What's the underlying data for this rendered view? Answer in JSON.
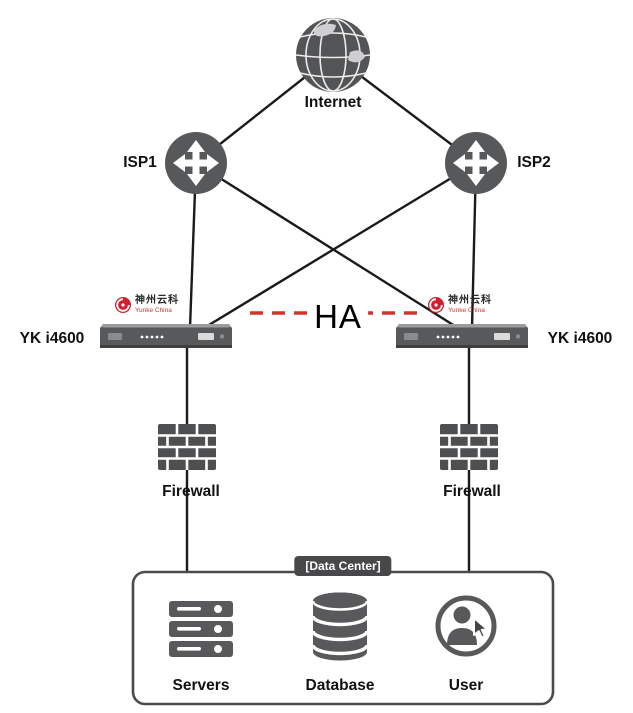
{
  "colors": {
    "line": "#1a1a1a",
    "icon_gray": "#58595b",
    "ha_red": "#d1342c",
    "logo_red": "#cf2030"
  },
  "nodes": {
    "internet": "Internet",
    "isp1": "ISP1",
    "isp2": "ISP2",
    "appliance_left": "YK i4600",
    "appliance_right": "YK i4600",
    "ha": "HA",
    "firewall_left": "Firewall",
    "firewall_right": "Firewall",
    "datacenter": "[Data Center]",
    "servers": "Servers",
    "database": "Database",
    "user": "User"
  },
  "logo": {
    "cn": "神州云科",
    "en": "Yunke China"
  }
}
